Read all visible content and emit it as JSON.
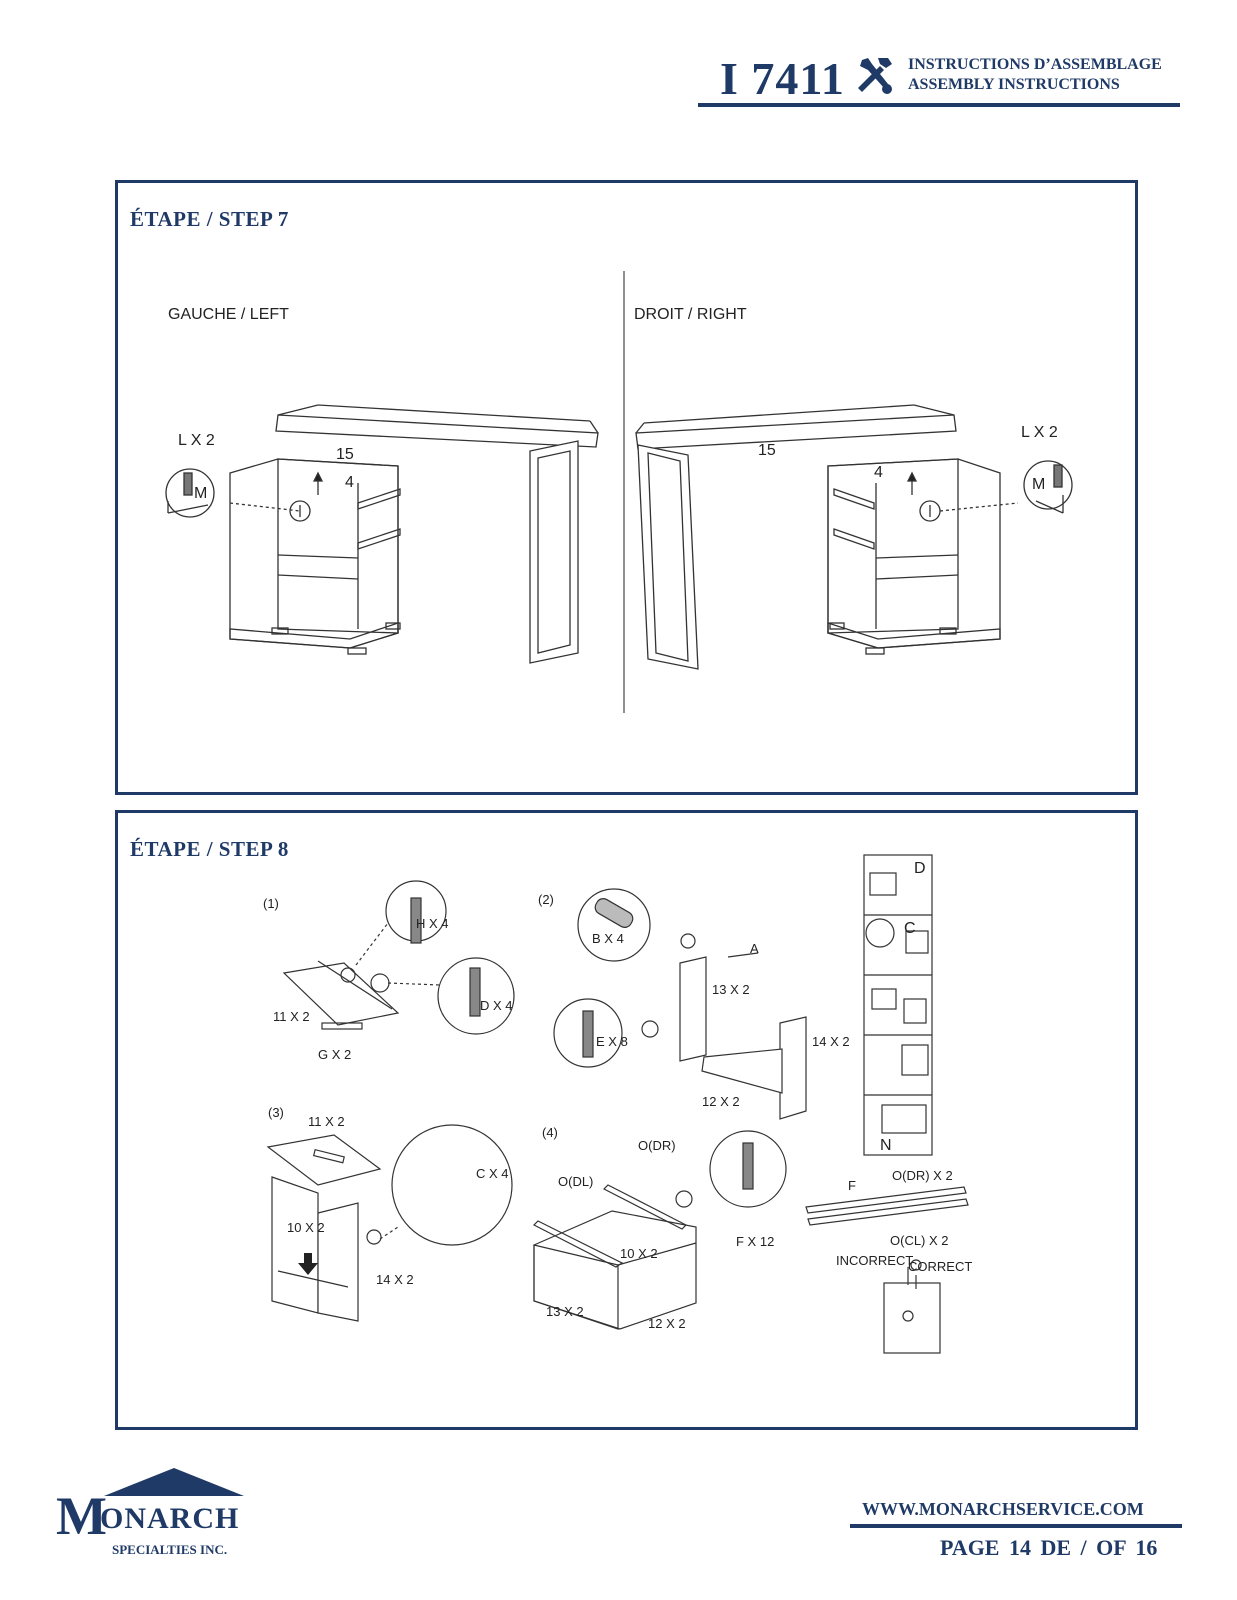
{
  "header": {
    "model": "I 7411",
    "title_fr": "INSTRUCTIONS D’ASSEMBLAGE",
    "title_en": "ASSEMBLY INSTRUCTIONS",
    "icon": "tools-icon"
  },
  "step7": {
    "title": "ÉTAPE / STEP 7",
    "left": {
      "heading": "GAUCHE / LEFT",
      "part_top": "15",
      "part_panel": "4",
      "qty": "L X 2",
      "tool": "M"
    },
    "right": {
      "heading": "DROIT / RIGHT",
      "part_top": "15",
      "part_panel": "4",
      "qty": "L X 2",
      "tool": "M"
    }
  },
  "step8": {
    "title": "ÉTAPE / STEP 8",
    "sub1": {
      "num": "(1)",
      "h": "H X 4",
      "d": "D X 4",
      "p11": "11 X 2",
      "g": "G X 2"
    },
    "sub2": {
      "num": "(2)",
      "b": "B X 4",
      "a": "A",
      "p13": "13 X 2",
      "e": "E X 8",
      "p14": "14 X 2",
      "p12": "12 X 2"
    },
    "sub3": {
      "num": "(3)",
      "p11": "11 X 2",
      "c": "C X 4",
      "p10": "10 X 2",
      "p14": "14 X 2"
    },
    "sub4": {
      "num": "(4)",
      "odr": "O(DR)",
      "odl": "O(DL)",
      "p10": "10 X 2",
      "p13": "13 X 2",
      "p12": "12 X 2",
      "f": "F X 12"
    },
    "cam": {
      "d": "D",
      "c": "C",
      "n": "N"
    },
    "slides": {
      "f": "F",
      "odr": "O(DR) X 2",
      "ocl": "O(CL) X 2",
      "incorrect": "INCORRECT",
      "correct": "CORRECT"
    }
  },
  "footer": {
    "brand_initial": "M",
    "brand_rest": "ONARCH",
    "brand_sub": "SPECIALTIES INC.",
    "website": "WWW.MONARCHSERVICE.COM",
    "page": "PAGE  14  DE / OF  16"
  }
}
